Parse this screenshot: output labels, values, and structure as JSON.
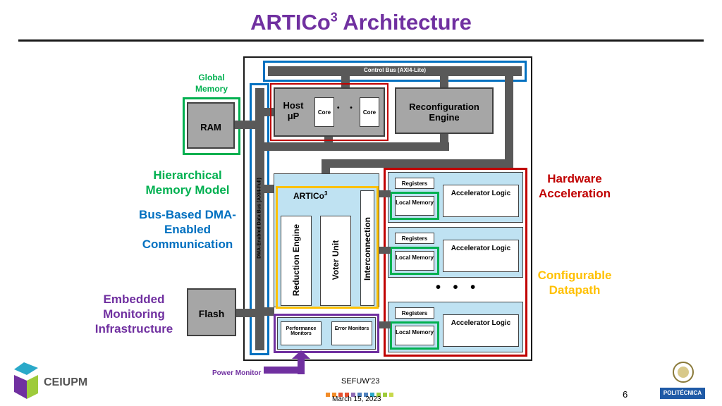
{
  "title": {
    "main": "ARTICo",
    "sup": "3",
    "rest": " Architecture"
  },
  "left_labels": {
    "global_memory": "Global Memory",
    "hierarchical": "Hierarchical Memory Model",
    "bus_based": "Bus-Based DMA-Enabled Communication",
    "embedded": "Embedded Monitoring Infrastructure"
  },
  "right_labels": {
    "hardware": "Hardware Acceleration",
    "configurable": "Configurable Datapath"
  },
  "blocks": {
    "ram": "RAM",
    "flash": "Flash",
    "control_bus": "Control Bus (AXI4-Lite)",
    "data_bus": "DMA-Enabled Data Bus (AXI4-Full)",
    "host": "Host μP",
    "core": "Core",
    "reconfig": "Reconfiguration Engine",
    "artico_main": "ARTICo",
    "artico_sup": "3",
    "reduction": "Reduction Engine",
    "voter": "Voter Unit",
    "interconnection": "Interconnection",
    "perf_monitors": "Performance Monitors",
    "error_monitors": "Error Monitors",
    "registers": "Registers",
    "local_memory": "Local Memory",
    "accelerator_logic": "Accelerator Logic",
    "dots": "• • •",
    "power_monitor": "Power Monitor"
  },
  "footer": {
    "event": "SEFUW’23",
    "date": "March 15, 2023",
    "page": "6",
    "logo_left": "CEIUPM",
    "logo_right": "POLITÉCNICA"
  },
  "colors": {
    "purple": "#7030a0",
    "green": "#00b050",
    "blue": "#0070c0",
    "red": "#c00000",
    "gold": "#ffc000",
    "bus": "#595959"
  }
}
